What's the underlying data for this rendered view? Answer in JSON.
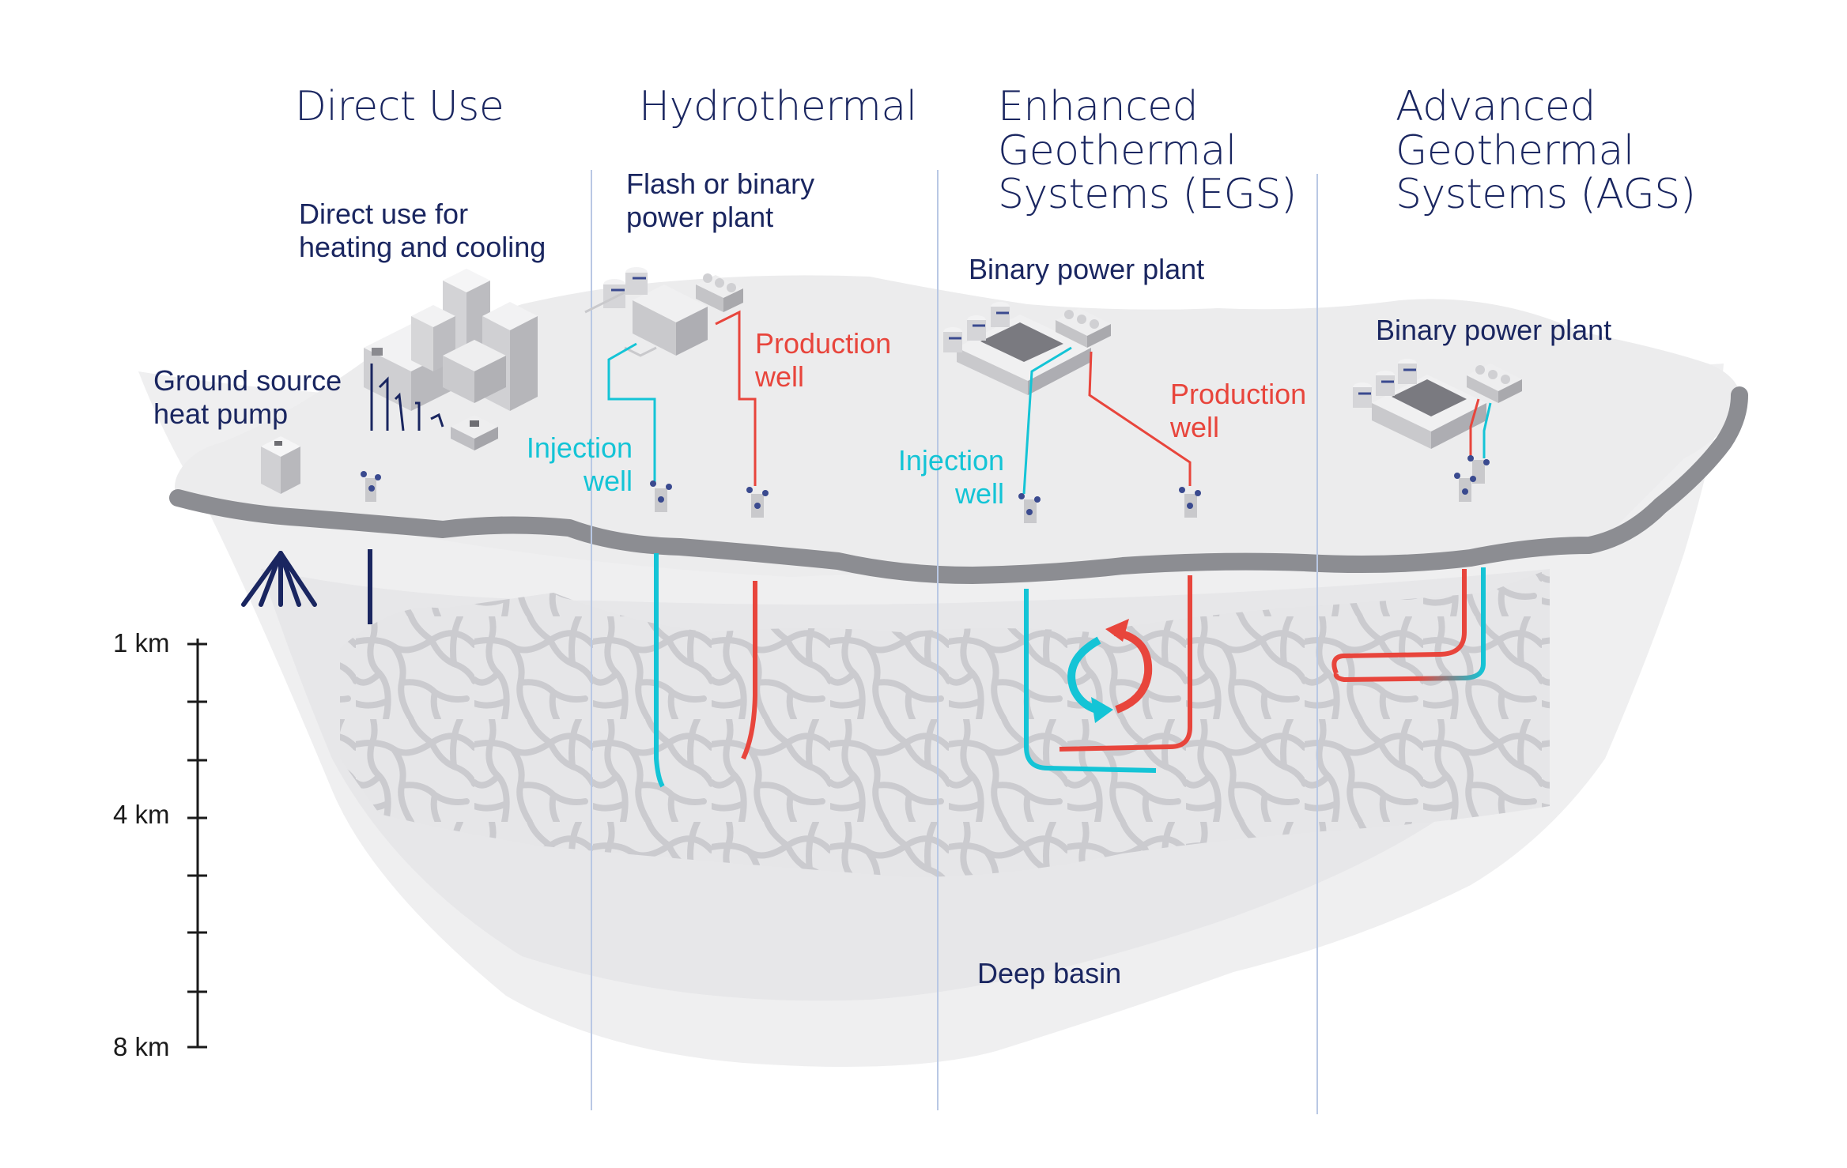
{
  "columns": {
    "direct_use": "Direct Use",
    "hydrothermal": "Hydrothermal",
    "egs": [
      "Enhanced",
      "Geothermal",
      "Systems (EGS)"
    ],
    "ags": [
      "Advanced",
      "Geothermal",
      "Systems (AGS)"
    ]
  },
  "labels": {
    "direct_use_heating": [
      "Direct use for",
      "heating and cooling"
    ],
    "ground_source": [
      "Ground source",
      "heat pump"
    ],
    "flash_binary": [
      "Flash or binary",
      "power plant"
    ],
    "hydro_production": [
      "Production",
      "well"
    ],
    "hydro_injection": [
      "Injection",
      "well"
    ],
    "egs_plant": "Binary power plant",
    "egs_production": [
      "Production",
      "well"
    ],
    "egs_injection": [
      "Injection",
      "well"
    ],
    "ags_plant": "Binary power plant",
    "deep_basin": "Deep basin"
  },
  "depth_scale": {
    "labels": [
      "1 km",
      "4 km",
      "8 km"
    ]
  },
  "colors": {
    "production": "#e8453c",
    "injection": "#14c4d6",
    "navy": "#1a2660",
    "divider": "#b9c8e4",
    "ground_band": "#8c8d92"
  }
}
